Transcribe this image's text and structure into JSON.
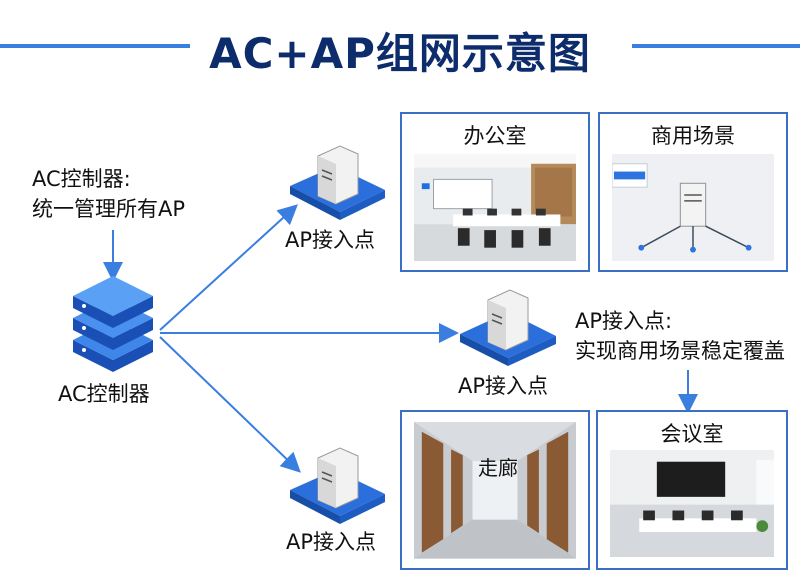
{
  "title": "AC+AP组网示意图",
  "ac_note": {
    "line1": "AC控制器:",
    "line2": "统一管理所有AP"
  },
  "ac_label": "AC控制器",
  "ap_label": "AP接入点",
  "ap_note": {
    "line1": "AP接入点:",
    "line2": "实现商用场景稳定覆盖"
  },
  "panels": {
    "office": "办公室",
    "commercial": "商用场景",
    "corridor": "走廊",
    "meeting": "会议室"
  },
  "colors": {
    "title": "#0d2c6b",
    "accent": "#3a7ee0",
    "panel_border": "#3b6fc4",
    "device_blue": "#1f6fe0"
  }
}
